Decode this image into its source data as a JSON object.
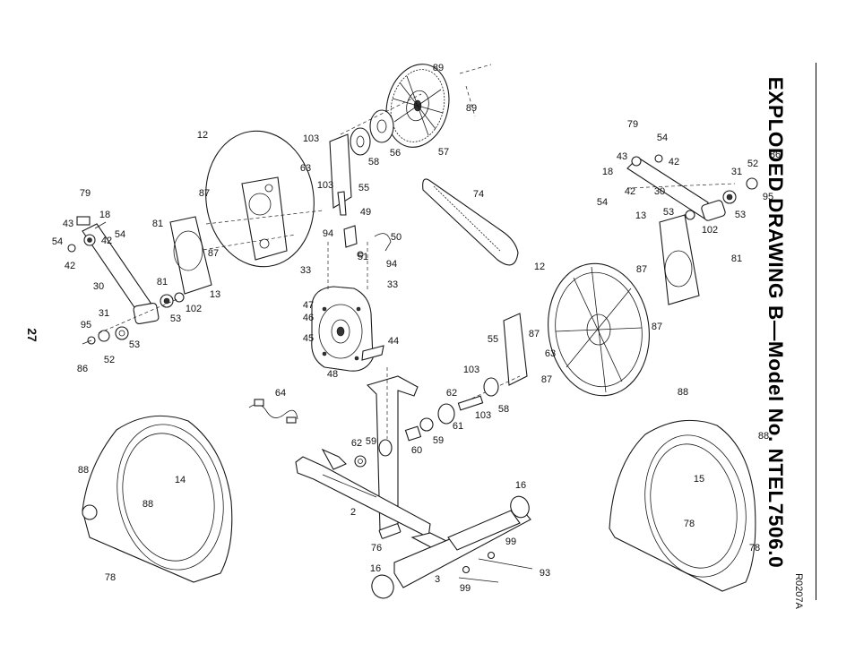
{
  "page": {
    "title": "EXPLODED DRAWING B—Model No. NTEL7506.0",
    "page_number": "27",
    "drawing_code": "R0207A"
  },
  "callouts": [
    "89",
    "89",
    "57",
    "56",
    "58",
    "103",
    "63",
    "103",
    "55",
    "12",
    "87",
    "87",
    "79",
    "43",
    "18",
    "54",
    "42",
    "54",
    "42",
    "30",
    "81",
    "81",
    "13",
    "102",
    "53",
    "95",
    "31",
    "86",
    "52",
    "53",
    "74",
    "49",
    "94",
    "50",
    "51",
    "94",
    "33",
    "33",
    "47",
    "46",
    "45",
    "48",
    "44",
    "64",
    "62",
    "59",
    "60",
    "2",
    "76",
    "16",
    "3",
    "16",
    "99",
    "93",
    "99",
    "14",
    "88",
    "88",
    "78",
    "62",
    "103",
    "61",
    "59",
    "103",
    "58",
    "55",
    "87",
    "63",
    "87",
    "12",
    "87",
    "87",
    "79",
    "54",
    "43",
    "42",
    "18",
    "42",
    "30",
    "54",
    "31",
    "52",
    "86",
    "95",
    "53",
    "13",
    "53",
    "102",
    "81",
    "88",
    "88",
    "15",
    "78",
    "78"
  ]
}
